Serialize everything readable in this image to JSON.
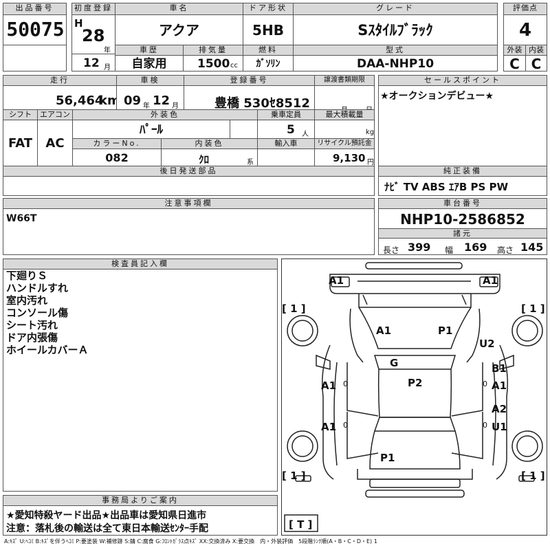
{
  "header": {
    "lot_no_label": "出品番号",
    "lot_no": "50075",
    "first_reg_label": "初度登録",
    "era": "H",
    "year": "28",
    "year_unit": "年",
    "month": "12",
    "month_unit": "月",
    "car_name_label": "車名",
    "car_name": "アクア",
    "door_label": "ドア形状",
    "door": "5HB",
    "grade_label": "グレード",
    "grade": "Sｽﾀｲﾙﾌﾞﾗｯｸ",
    "score_label": "評価点",
    "score": "4",
    "history_label": "車歴",
    "history": "自家用",
    "displacement_label": "排気量",
    "displacement": "1500",
    "displacement_unit": "cc",
    "fuel_label": "燃料",
    "fuel": "ｶﾞｿﾘﾝ",
    "model_label": "型式",
    "model": "DAA-NHP10",
    "ext_label": "外装",
    "int_label": "内装",
    "ext_grade": "C",
    "int_grade": "C"
  },
  "row2": {
    "mileage_label": "走行",
    "mileage": "56,464",
    "mileage_unit": "km",
    "inspection_label": "車検",
    "insp_year": "09",
    "insp_year_unit": "年",
    "insp_month": "12",
    "insp_month_unit": "月",
    "reg_label": "登録番号",
    "reg_no": "豊橋 530ｾ8512",
    "transfer_label": "譲渡書類期限",
    "transfer_month": "月",
    "transfer_day": "日",
    "shift_label": "シフト",
    "shift": "FAT",
    "ac_label": "エアコン",
    "ac": "AC",
    "color_label": "外装色",
    "color": "ﾊﾟｰﾙ",
    "capacity_label": "乗車定員",
    "capacity": "5",
    "capacity_unit": "人",
    "load_label": "最大積載量",
    "load_unit": "kg",
    "color_no_label": "カラーNo.",
    "color_no": "082",
    "int_color_label": "内装色",
    "int_color": "ｸﾛ",
    "int_color_unit": "系",
    "import_label": "輸入車",
    "recycle_label": "リサイクル預託金",
    "recycle": "9,130",
    "recycle_unit": "円",
    "later_label": "後日発送部品"
  },
  "sales": {
    "label": "セールスポイント",
    "text": "★オークションデビュー★"
  },
  "equipment": {
    "label": "純正装備",
    "text": "ﾅﾋﾞ TV ABS ｴｱB PS PW"
  },
  "notes": {
    "label": "注意事項欄",
    "text": "W66T"
  },
  "chassis": {
    "label": "車台番号",
    "number": "NHP10-2586852",
    "spec_label": "諸元",
    "length_label": "長さ",
    "length": "399",
    "width_label": "幅",
    "width": "169",
    "height_label": "高さ",
    "height": "145"
  },
  "inspector": {
    "label": "検査員記入欄",
    "lines": [
      "下廻りＳ",
      "ハンドルすれ",
      "室内汚れ",
      "コンソール傷",
      "シート汚れ",
      "ドア内張傷",
      "ホイールカバーＡ"
    ]
  },
  "office": {
    "label": "事務局よりご案内",
    "line1": "★愛知特殺ヤード出品★出品車は愛知県日進市",
    "line2": "注意：落札後の輸送は全て東日本輸送ｾﾝﾀｰ手配"
  },
  "diagram": {
    "marks": {
      "front_left": "A1",
      "front_right": "A1",
      "tire_fl": "[ 1 ]",
      "tire_fr": "[ 1 ]",
      "tire_rl": "[ 1 ]",
      "tire_rr": "[ 1 ]",
      "hood_left": "A1",
      "hood_right": "P1",
      "fender_right": "U2",
      "windshield": "G",
      "roof": "P2",
      "door_fl": "A1",
      "door_rl": "A1",
      "door_fr_1": "B1",
      "door_fr_2": "A1",
      "door_rr_1": "A2",
      "door_rr_2": "U1",
      "trunk": "P1",
      "spare": "[ T ]",
      "zero": "0"
    }
  },
  "legend": "A:ｷｽﾞ U:ﾍｺﾐ B:ｷｽﾞを伴うﾍｺﾐ P:要塗装 W:補修跡 S:錆 C:腐食 G:ﾌﾛﾝﾄｶﾞﾗｽ点ｷｽﾞ XX:交換済み X:要交換　内・外装評価　5段階ﾗﾝｸ順(A・B・C・D・E) 1"
}
